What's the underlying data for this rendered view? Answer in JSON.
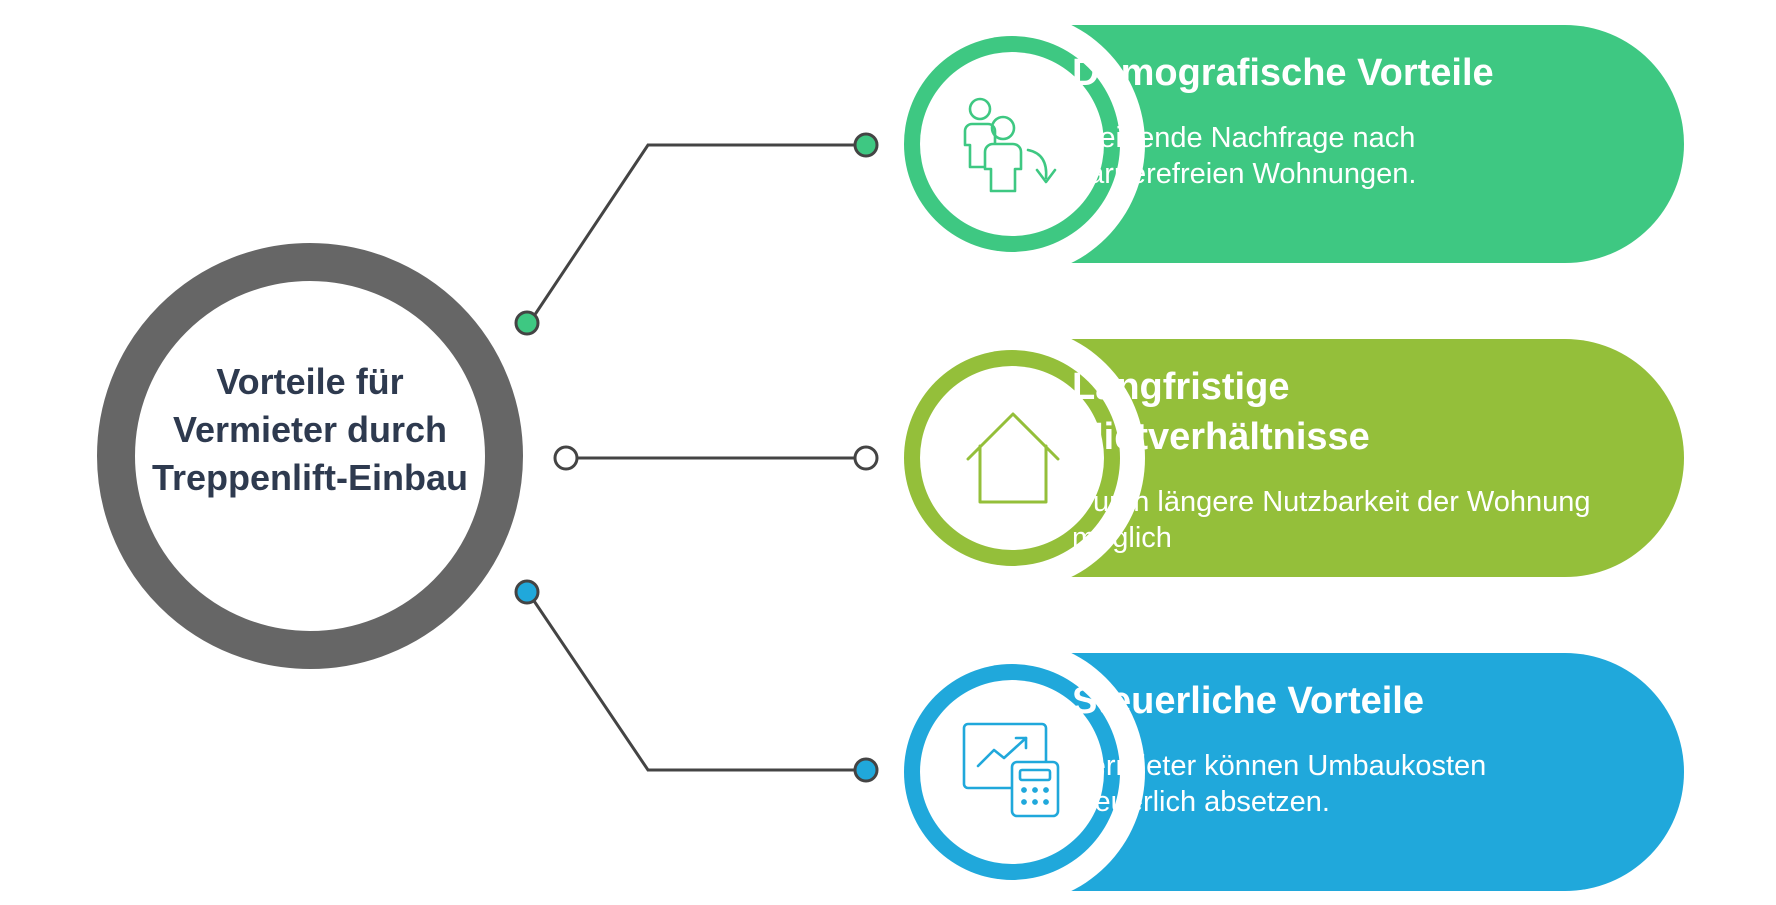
{
  "center": {
    "title": "Vorteile für Vermieter durch Treppenlift-Einbau"
  },
  "branches": [
    {
      "id": "demografisch",
      "title": "Demografische Vorteile",
      "description": "Steigende Nachfrage nach barrierefreien Wohnungen.",
      "color": "#3ec882",
      "icon": "people-decline-icon"
    },
    {
      "id": "langfristig",
      "title": "Langfristige Mietverhältnisse",
      "description": "Durch längere Nutzbarkeit der Wohnung möglich",
      "color": "#94bf3a",
      "icon": "house-icon"
    },
    {
      "id": "steuerlich",
      "title": "Steuerliche Vorteile",
      "description": "Vermieter können Umbaukosten steuerlich absetzen.",
      "color": "#20a8db",
      "icon": "chart-calculator-icon"
    }
  ],
  "colors": {
    "center_ring": "#666666",
    "connector": "#444444",
    "text_dark": "#2e3a4f"
  }
}
